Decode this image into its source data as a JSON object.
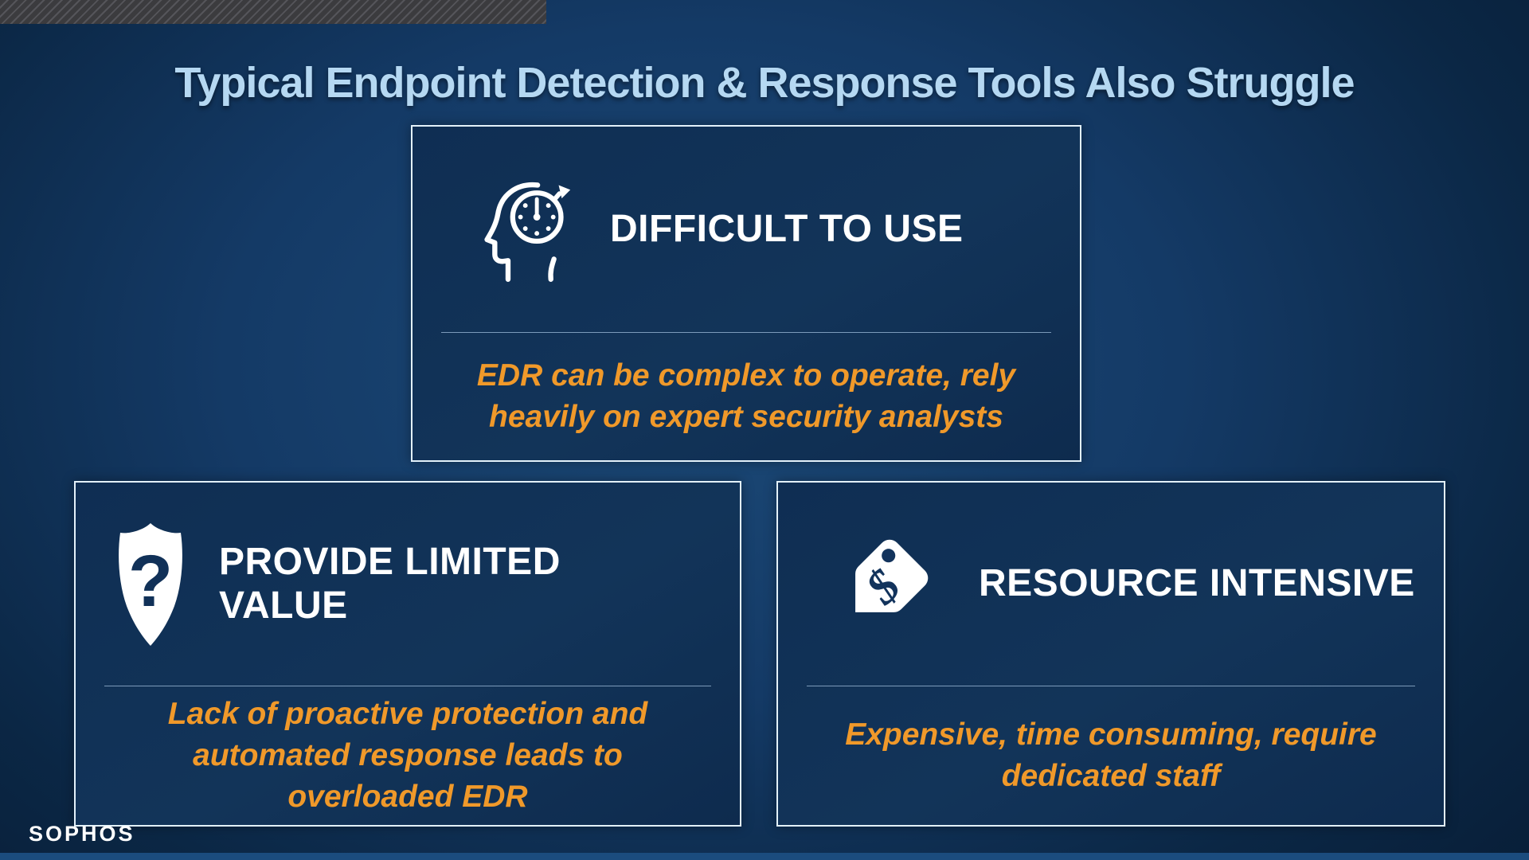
{
  "slide": {
    "title": "Typical Endpoint Detection & Response Tools Also Struggle",
    "logo_text": "SOPHOS",
    "colors": {
      "title_blue": "#B5D8F2",
      "accent_orange": "#F0992A",
      "card_border": "#E3F1FA",
      "card_fill": "#113055",
      "background_center": "#1C4A78",
      "background_edge": "#071B33",
      "hatch_gray": "#3B3B3E"
    },
    "cards": [
      {
        "icon": "head-stopwatch-icon",
        "title_lines": [
          "DIFFICULT TO USE"
        ],
        "description_lines": [
          "EDR can be complex to operate, rely",
          "heavily on expert security analysts"
        ]
      },
      {
        "icon": "shield-question-icon",
        "title_lines": [
          "PROVIDE LIMITED",
          "VALUE"
        ],
        "description_lines": [
          "Lack of proactive protection and",
          "automated response leads to",
          "overloaded EDR"
        ]
      },
      {
        "icon": "price-tag-icon",
        "title_lines": [
          "RESOURCE INTENSIVE"
        ],
        "description_lines": [
          "Expensive, time consuming, require",
          "dedicated staff"
        ]
      }
    ],
    "icon_glyphs": {
      "shield_question_mark": "?",
      "price_tag_currency": "$"
    }
  }
}
